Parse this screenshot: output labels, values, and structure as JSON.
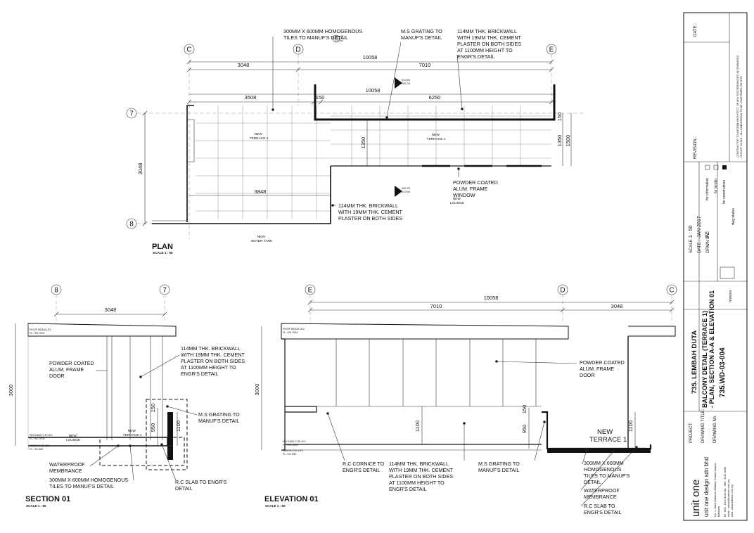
{
  "grid": {
    "c": "C",
    "d": "D",
    "e": "E",
    "seven": "7",
    "eight": "8"
  },
  "plan": {
    "title": "PLAN",
    "scale": "SCALE 1 : 50",
    "dims": {
      "overall": "10058",
      "left": "3048",
      "right": "7010",
      "inner_total": "10058",
      "inner_left": "3508",
      "gap": "150",
      "inner_right": "6250",
      "depth_left": "3048",
      "depth_mid": "1350",
      "depth_right": "1350",
      "depth_right2": "1500",
      "top_small": "150",
      "lower": "3848"
    },
    "notes": {
      "tiles": [
        "300MM X 600MM HOMOGENOUS",
        "TILES TO MANUF'S DETAIL"
      ],
      "grating": [
        "M.S GRATING TO",
        "MANUF'S DETAIL"
      ],
      "brick_top": [
        "114MM THK. BRICKWALL",
        "WITH 19MM THK. CEMENT",
        "PLASTER ON BOTH SIDES",
        "AT 1100MM HEIGHT TO",
        "ENGR'S DETAIL"
      ],
      "brick_bottom": [
        "114MM THK. BRICKWALL",
        "WITH 19MM THK. CEMENT",
        "PLASTER ON BOTH SIDES"
      ],
      "window": [
        "POWDER COATED",
        "ALUM. FRAME",
        "WINDOW"
      ]
    },
    "rooms": {
      "terrace_a": [
        "NEW",
        "TERRACE 1"
      ],
      "terrace_b": [
        "NEW",
        "TERRACE 1"
      ],
      "lounge": [
        "NEW",
        "LOUNGE"
      ],
      "tank": [
        "NEW",
        "WATER TANK"
      ]
    }
  },
  "section": {
    "title": "SECTION 01",
    "scale": "SCALE 1 : 50",
    "dims": {
      "width": "3048",
      "height": "3000",
      "d150": "150",
      "d950": "950",
      "d1100": "1100"
    },
    "notes": {
      "door": [
        "POWDER COATED",
        "ALUM. FRAME",
        "DOOR"
      ],
      "brick": [
        "114MM THK. BRICKWALL",
        "WITH 19MM THK. CEMENT",
        "PLASTER ON BOTH SIDES",
        "AT 1100MM HEIGHT TO",
        "ENGR'S DETAIL"
      ],
      "grating": [
        "M.S GRATING TO",
        "MANUF'S DETAIL"
      ],
      "membrane": [
        "WATERPROOF",
        "MEMBRANCE"
      ],
      "tiles": [
        "300MM X 600MM HOMOGENOUS",
        "TILES TO MANUF'S DETAIL"
      ],
      "slab": [
        "R.C SLAB TO ENGR'S",
        "DETAIL"
      ]
    },
    "rooms": {
      "lounge": [
        "NEW",
        "LOUNGE"
      ],
      "terrace": [
        "NEW",
        "TERRACE 1"
      ]
    }
  },
  "elevation": {
    "title": "ELEVATION 01",
    "scale": "SCALE 1 : 50",
    "dims": {
      "overall": "10058",
      "left": "7010",
      "right": "3048",
      "height": "3000",
      "d150": "150",
      "d950": "950",
      "d1100a": "1100",
      "d1100b": "1100"
    },
    "notes": {
      "door": [
        "POWDER COATED",
        "ALUM. FRAME",
        "DOOR"
      ],
      "cornice": [
        "R.C CORNICE TO",
        "ENGR'S DETAIL"
      ],
      "brick": [
        "114MM THK. BRICKWALL",
        "WITH 19MM THK. CEMENT",
        "PLASTER ON BOTH SIDES",
        "AT 1100MM HEIGHT TO",
        "ENGR'S DETAIL"
      ],
      "grating": [
        "M.S GRATING TO",
        "MANUF'S DETAIL"
      ],
      "tiles": [
        "300MM X 600MM",
        "HOMOGENOUS",
        "TILES TO MANUF'S",
        "DETAIL"
      ],
      "membrane": [
        "WATERPROOF",
        "MEMBRANCE"
      ],
      "slab": [
        "R.C SLAB TO",
        "ENGR'S DETAIL"
      ]
    },
    "terrace_label": [
      "NEW",
      "TERRACE 1"
    ]
  },
  "titleblock": {
    "date_label": "DATE :",
    "revision_label": "REVISION :",
    "project_label": "PROJECT:",
    "project": "735. LEMBAH DUTA",
    "drawing_title_label": "DRAWING TITLE:",
    "drawing_title": [
      "BALCONY DETAIL (TERRACE 1)",
      "- PLAN, SECTION A-A & ELEVATION 01"
    ],
    "drawing_no_label": "DRAWING No.",
    "drawing_no": "735.WD-03-004",
    "scale_label": "SCALE :",
    "scale": "1 : 50",
    "date_field_label": "DATE :",
    "date": "JAN 2017",
    "drawn_label": "DRWN BY :",
    "drawn": "FZ",
    "revision_small": "revision",
    "dwg_status": "dwg status",
    "status_info": "for information",
    "status_tender": "for tender",
    "status_construction": "for construction",
    "firm_logo": "unit one",
    "firm_name": "unit one design sdn bhd"
  },
  "colors": {
    "ink": "#111111",
    "grid_line": "#777777",
    "wall": "#111111",
    "background": "#ffffff"
  }
}
